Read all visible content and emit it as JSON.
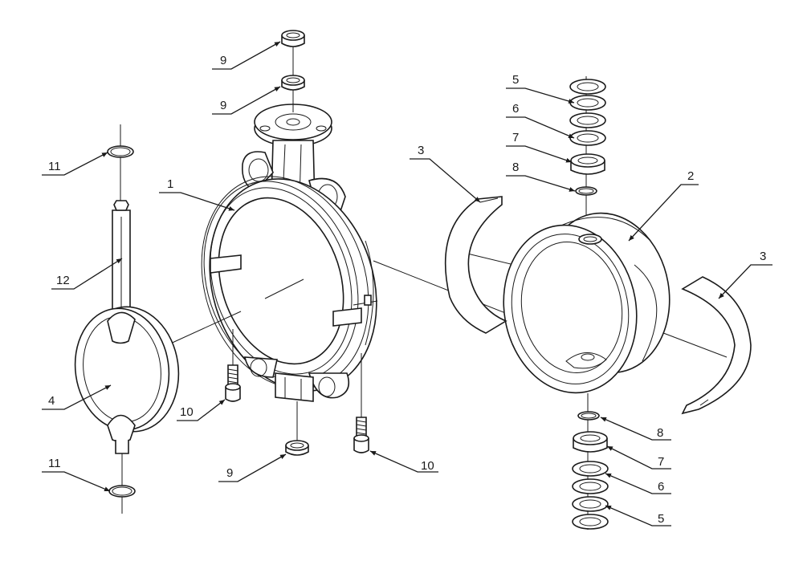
{
  "callouts": [
    {
      "num": "1"
    },
    {
      "num": "2"
    },
    {
      "num": "3"
    },
    {
      "num": "3"
    },
    {
      "num": "4"
    },
    {
      "num": "5"
    },
    {
      "num": "5"
    },
    {
      "num": "6"
    },
    {
      "num": "6"
    },
    {
      "num": "7"
    },
    {
      "num": "7"
    },
    {
      "num": "8"
    },
    {
      "num": "8"
    },
    {
      "num": "9"
    },
    {
      "num": "9"
    },
    {
      "num": "9"
    },
    {
      "num": "10"
    },
    {
      "num": "10"
    },
    {
      "num": "11"
    },
    {
      "num": "11"
    },
    {
      "num": "12"
    }
  ]
}
